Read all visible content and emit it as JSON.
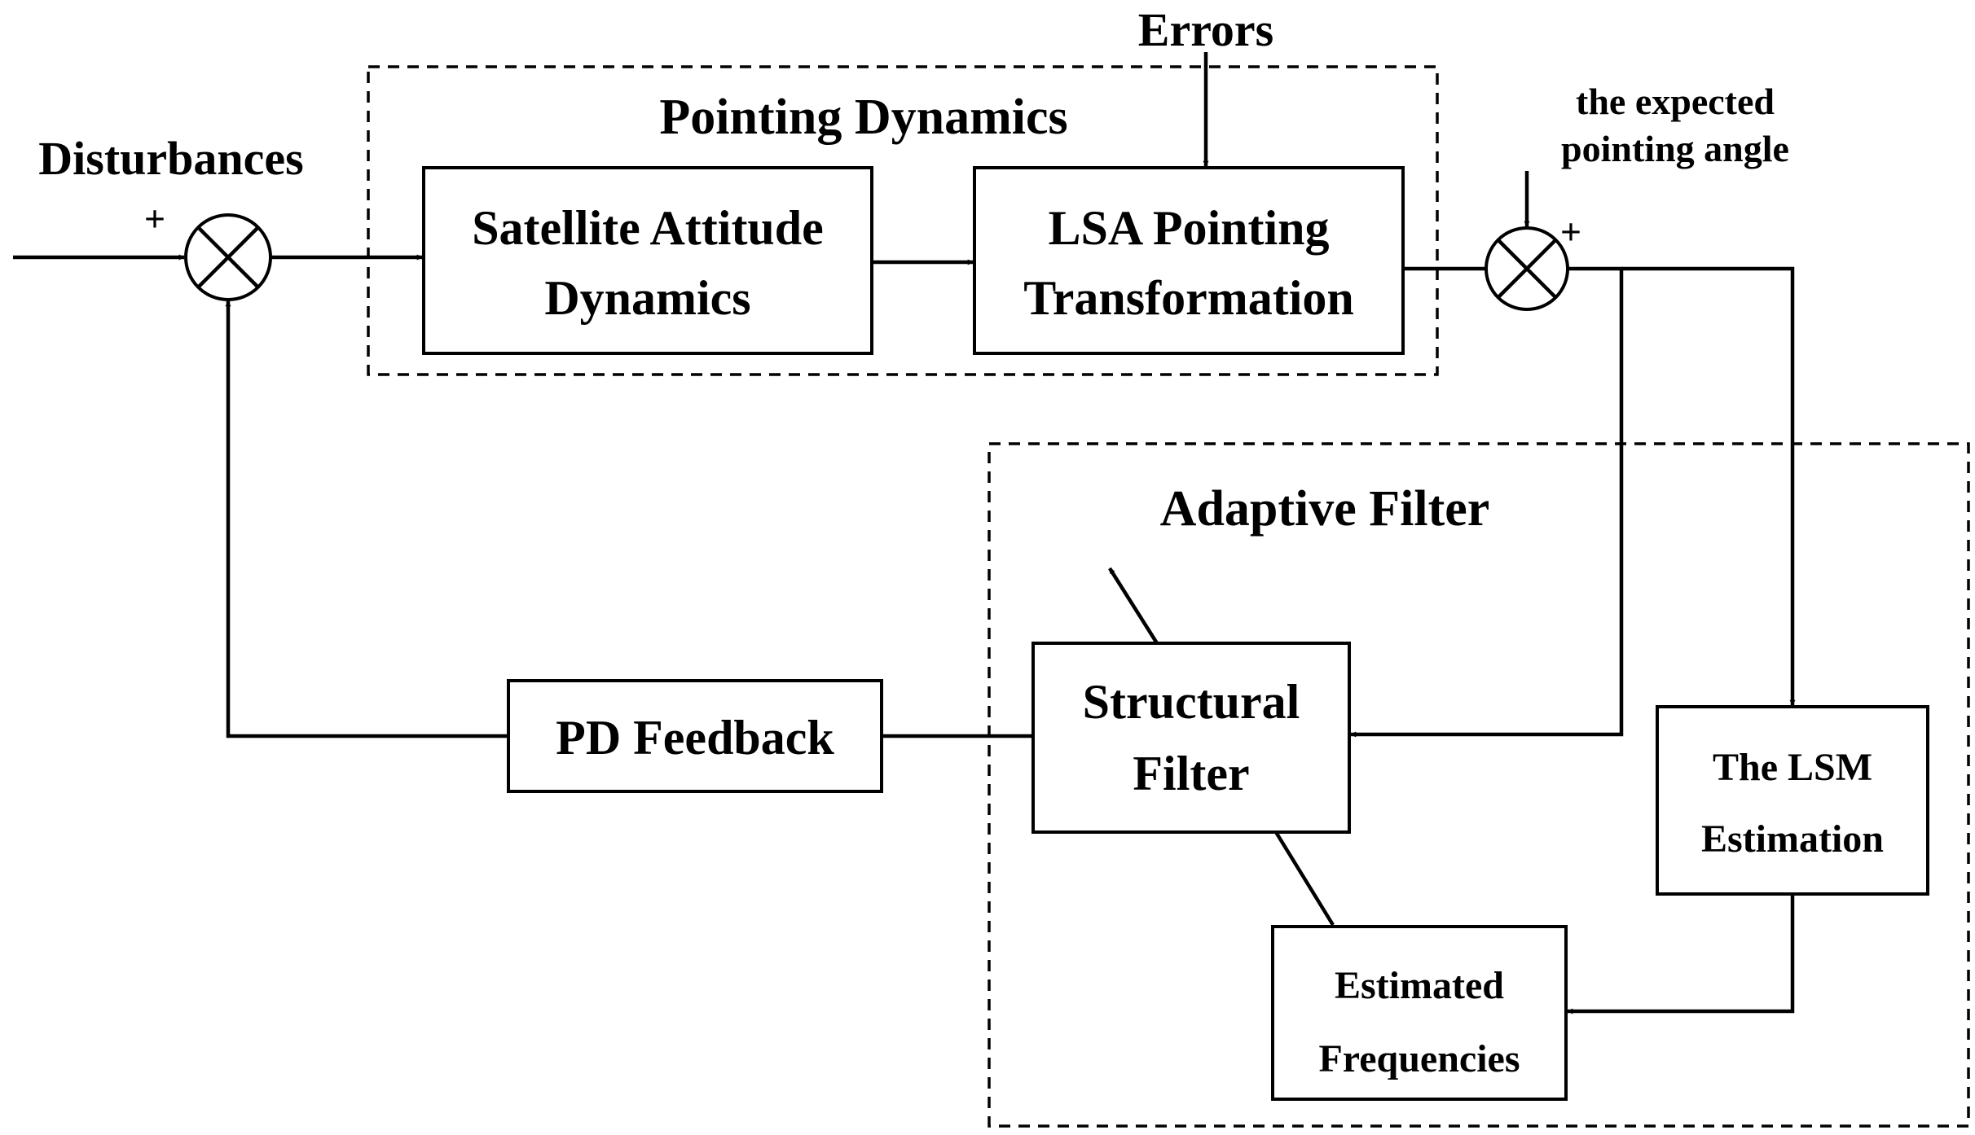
{
  "groups": {
    "pointing_dynamics": "Pointing Dynamics",
    "adaptive_filter": "Adaptive Filter"
  },
  "inputs": {
    "disturbances": "Disturbances",
    "errors": "Errors",
    "expected_angle_line1": "the expected",
    "expected_angle_line2": "pointing angle"
  },
  "signs": {
    "sum1_plus": "+",
    "sum2_plus": "+"
  },
  "blocks": {
    "satellite_line1": "Satellite Attitude",
    "satellite_line2": "Dynamics",
    "lsa_line1": "LSA Pointing",
    "lsa_line2": "Transformation",
    "structural_line1": "Structural",
    "structural_line2": "Filter",
    "pd_feedback": "PD Feedback",
    "lsm_line1": "The LSM",
    "lsm_line2": "Estimation",
    "freq_line1": "Estimated",
    "freq_line2": "Frequencies"
  }
}
